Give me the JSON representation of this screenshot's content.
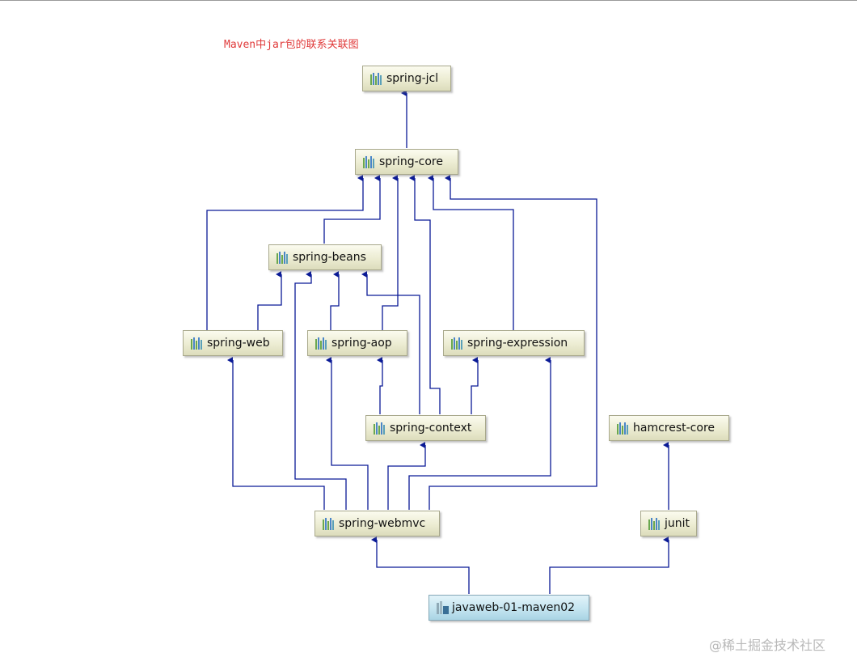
{
  "title": "Maven中jar包的联系关联图",
  "watermark": "@稀土掘金技术社区",
  "nodes": {
    "spring_jcl": "spring-jcl",
    "spring_core": "spring-core",
    "spring_beans": "spring-beans",
    "spring_web": "spring-web",
    "spring_aop": "spring-aop",
    "spring_expression": "spring-expression",
    "spring_context": "spring-context",
    "hamcrest_core": "hamcrest-core",
    "spring_webmvc": "spring-webmvc",
    "junit": "junit",
    "project": "javaweb-01-maven02"
  },
  "colors": {
    "edge": "#0a1a96",
    "title": "#e03a3a",
    "jar_node": "#ececd2",
    "project_node": "#c4e4f0"
  },
  "icons": {
    "jar": "jar-library-icon",
    "project": "maven-project-icon"
  }
}
